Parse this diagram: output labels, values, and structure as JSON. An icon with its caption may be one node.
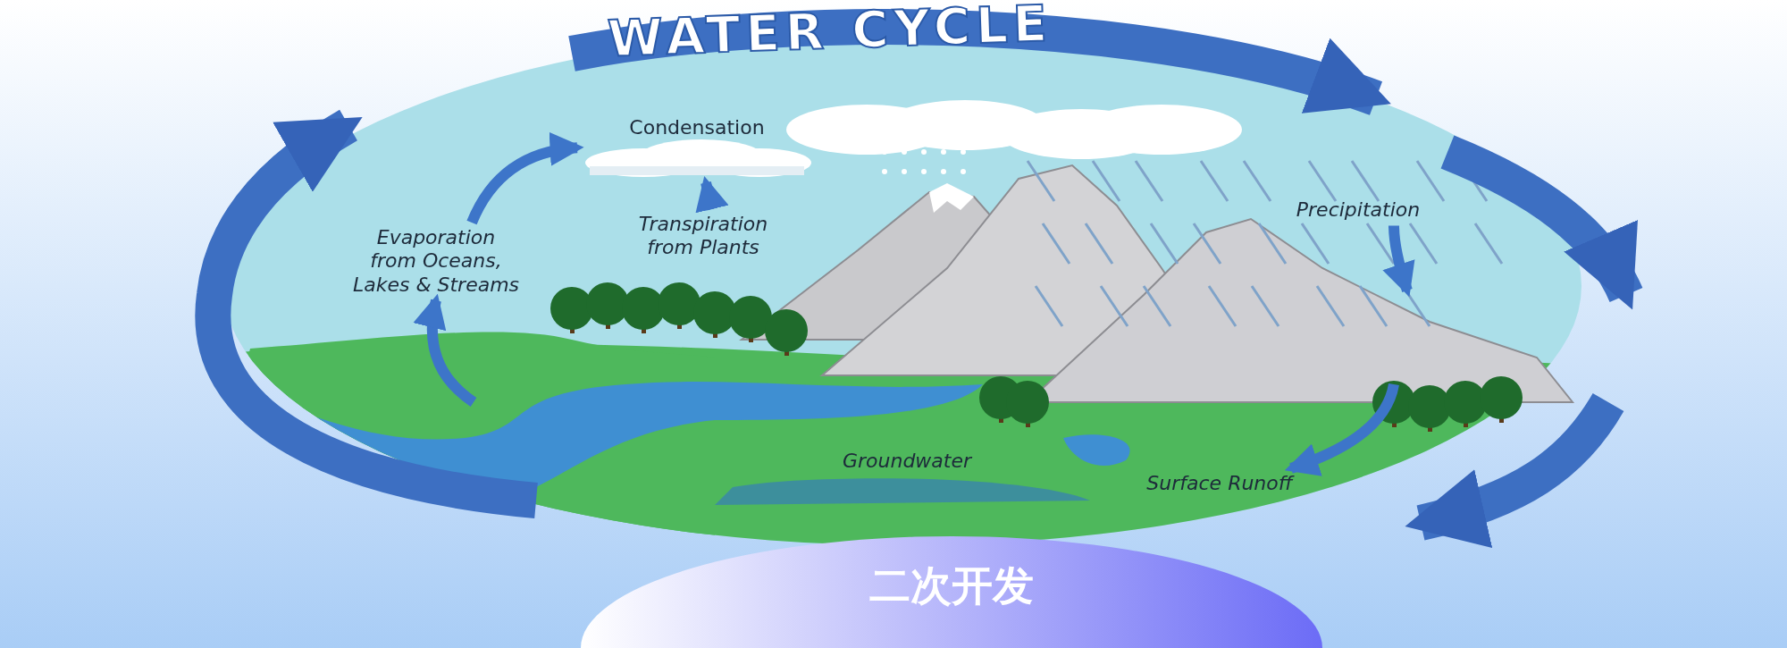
{
  "diagram": {
    "title": "WATER CYCLE",
    "nodes": [
      {
        "text": [
          "Condensation"
        ]
      },
      {
        "text": [
          "Evaporation from Oceans, Lakes & Streams"
        ]
      },
      {
        "text": [
          "Transpiration from Plants"
        ]
      },
      {
        "text": [
          "Precipitation"
        ]
      },
      {
        "text": [
          "Groundwater"
        ]
      },
      {
        "text": [
          "Surface Runoff"
        ]
      },
      {
        "text": [
          "二次开发"
        ]
      }
    ],
    "edges": [
      {
        "from": 1,
        "to": 0,
        "arrow": "to"
      },
      {
        "from": 2,
        "to": 0,
        "arrow": "to"
      },
      {
        "from": null,
        "to": 1,
        "arrow": "to"
      },
      {
        "from": 3,
        "to": null,
        "arrow": "to"
      },
      {
        "from": null,
        "to": 5,
        "arrow": "to"
      }
    ]
  }
}
